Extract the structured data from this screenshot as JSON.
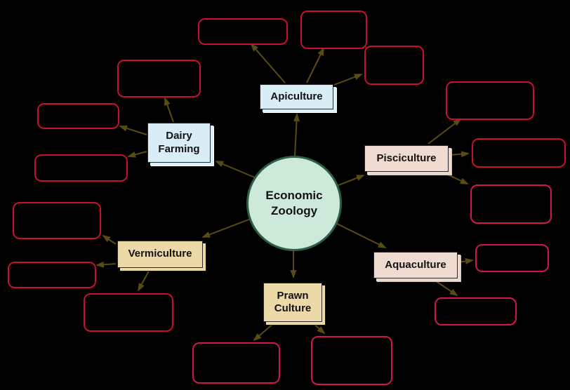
{
  "center": {
    "label": "Economic\nZoology"
  },
  "topics": {
    "apiculture": {
      "label": "Apiculture",
      "fill": "#d8edf6",
      "empty_children": 3
    },
    "dairy_farming": {
      "label": "Dairy\nFarming",
      "fill": "#d0e9f4",
      "empty_children": 3
    },
    "pisciculture": {
      "label": "Pisciculture",
      "fill": "#f0dbd0",
      "empty_children": 3
    },
    "aquaculture": {
      "label": "Aquaculture",
      "fill": "#eed9cc",
      "empty_children": 2
    },
    "prawn_culture": {
      "label": "Prawn\nCulture",
      "fill": "#ecd9a8",
      "empty_children": 2
    },
    "vermiculture": {
      "label": "Vermiculture",
      "fill": "#ecd9a8",
      "empty_children": 3
    }
  },
  "empty_box_count": 16,
  "colors": {
    "background": "#000000",
    "center_fill": "#cde9d9",
    "center_border": "#2d5f45",
    "arrow": "#5a4a14",
    "empty_box_border": "#c8102e",
    "empty_box_border_alt": "#d2164a"
  }
}
